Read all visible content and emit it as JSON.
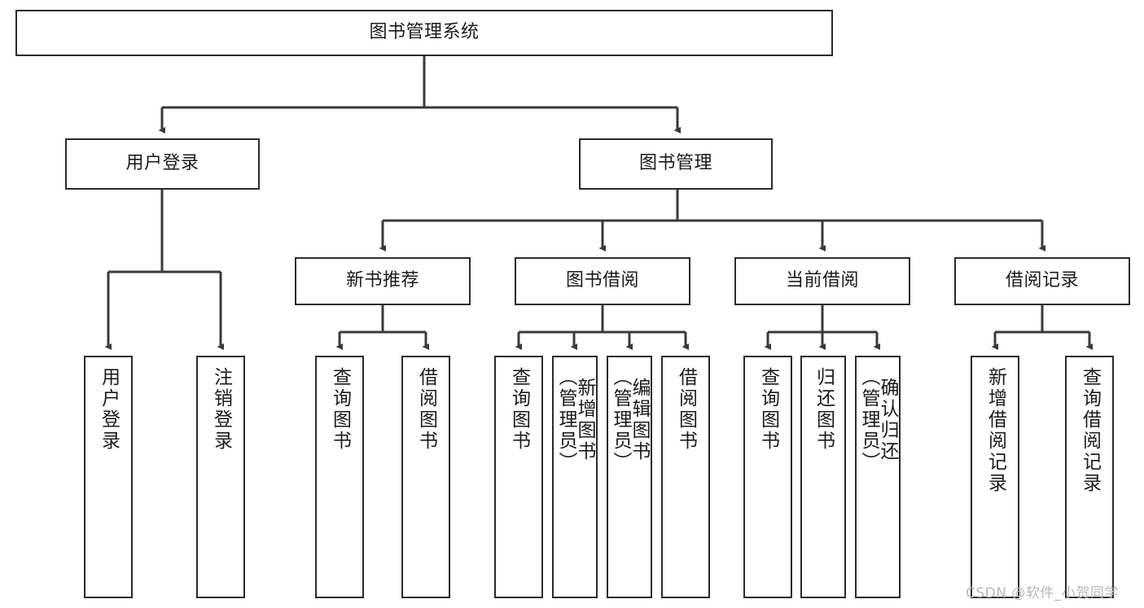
{
  "diagram": {
    "type": "tree-hierarchy",
    "title": "图书管理系统",
    "orientation": "top-down",
    "colors": {
      "border": "#2b2b2b",
      "background": "#ffffff",
      "text": "#1b1b1b",
      "connector": "#3a3a3a",
      "watermark": "#b9b9b9"
    },
    "root": {
      "label": "图书管理系统"
    },
    "level1": [
      {
        "label": "用户登录"
      },
      {
        "label": "图书管理"
      }
    ],
    "level2": [
      {
        "label": "新书推荐"
      },
      {
        "label": "图书借阅"
      },
      {
        "label": "当前借阅"
      },
      {
        "label": "借阅记录"
      }
    ],
    "leaves": {
      "user_login": [
        {
          "label": "用户登录"
        },
        {
          "label": "注销登录"
        }
      ],
      "new_book_recommend": [
        {
          "label": "查询图书"
        },
        {
          "label": "借阅图书"
        }
      ],
      "book_borrow": [
        {
          "label": "查询图书"
        },
        {
          "label": "新增图书\n（管理员）"
        },
        {
          "label": "编辑图书\n（管理员）"
        },
        {
          "label": "借阅图书"
        }
      ],
      "current_borrow": [
        {
          "label": "查询图书"
        },
        {
          "label": "归还图书"
        },
        {
          "label": "确认归还\n（管理员）"
        }
      ],
      "borrow_record": [
        {
          "label": "新增借阅记录"
        },
        {
          "label": "查询借阅记录"
        }
      ]
    },
    "watermark": "CSDN @软件_小贺同学"
  }
}
